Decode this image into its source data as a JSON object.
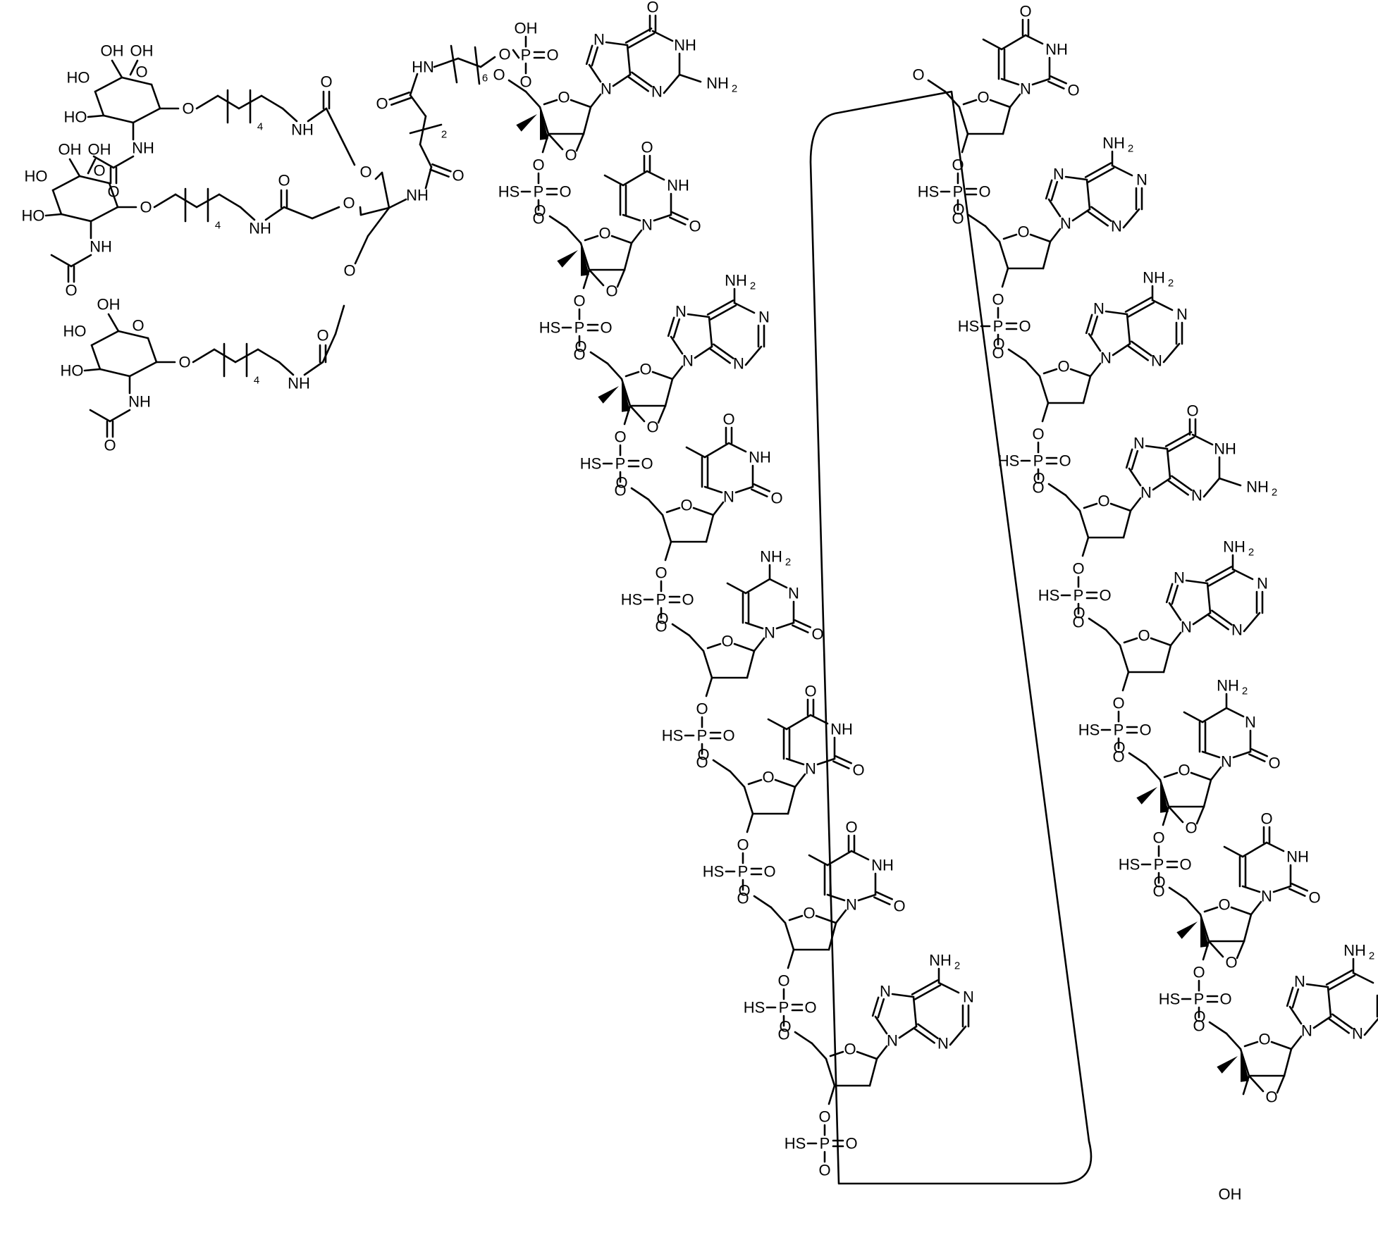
{
  "figure": {
    "labels": {
      "OH": "OH",
      "HO": "HO",
      "O": "O",
      "NH": "NH",
      "HN": "HN",
      "N": "N",
      "NH2": "NH",
      "two": "2",
      "P": "P",
      "HS": "HS",
      "four": "4",
      "six": "6"
    },
    "glycan_branches": 3,
    "linker_repeat_glycan": "4",
    "linker_repeat_amide": "2",
    "linker_repeat_amine": "6",
    "left_strand_nucleobases": [
      "G",
      "T",
      "A",
      "T",
      "C",
      "T",
      "T",
      "A"
    ],
    "right_strand_nucleobases": [
      "T",
      "A",
      "A",
      "G",
      "A",
      "C",
      "T",
      "A"
    ],
    "colors": {
      "ink": "#000000",
      "background": "#ffffff"
    }
  }
}
